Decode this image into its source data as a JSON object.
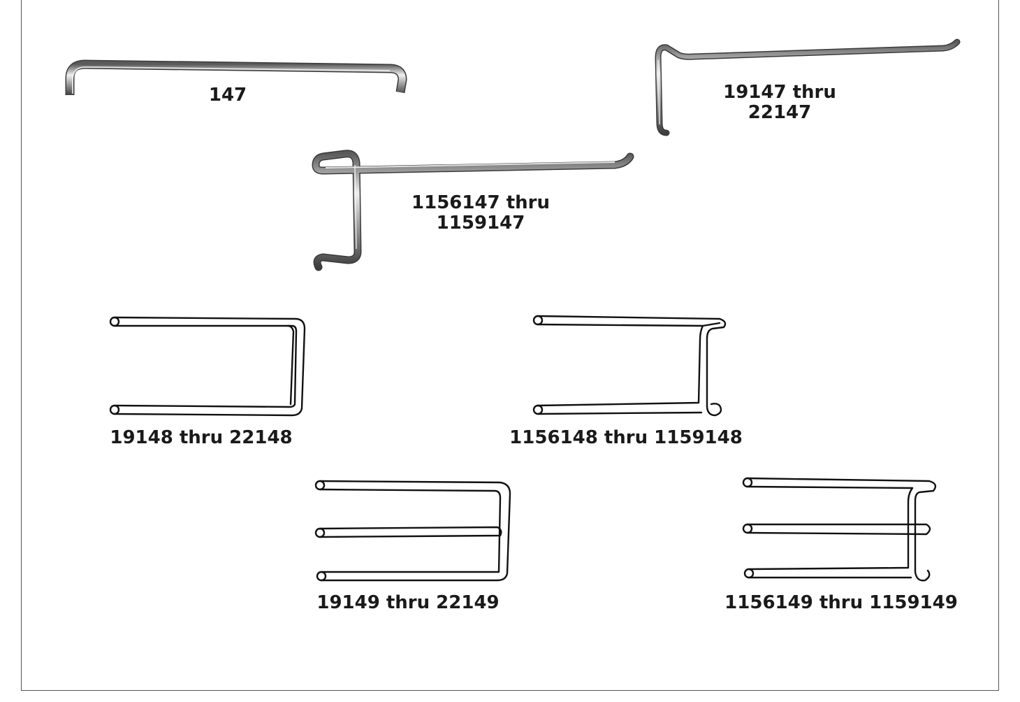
{
  "labels": {
    "p147": "147",
    "p19147_a": "19147 thru",
    "p19147_b": "22147",
    "p1156147_a": "1156147 thru",
    "p1156147_b": "1159147",
    "p19148": "19148 thru 22148",
    "p1156148": "1156148 thru 1159148",
    "p19149": "19149 thru 22149",
    "p1156149": "1156149 thru 1159149"
  },
  "colors": {
    "metal_light": "#e6e6e6",
    "metal_mid": "#9d9d9d",
    "metal_dark": "#4a4a4a",
    "line": "#111111"
  }
}
